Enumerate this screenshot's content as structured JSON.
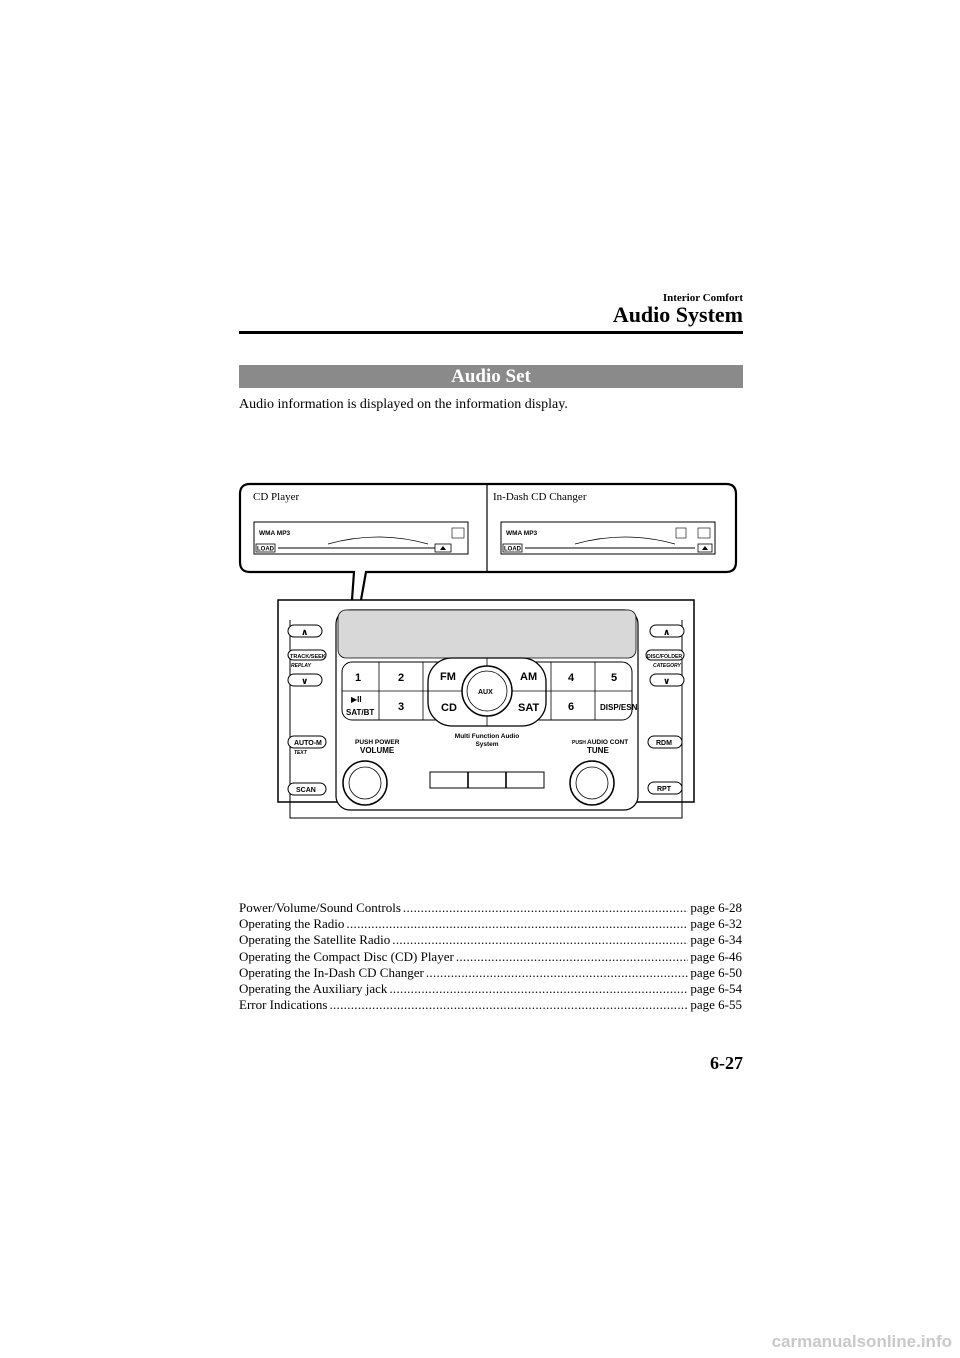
{
  "header": {
    "kicker": "Interior Comfort",
    "title": "Audio System"
  },
  "section": {
    "title": "Audio Set",
    "intro": "Audio information is displayed on the information display."
  },
  "figure": {
    "callout_left_label": "CD Player",
    "callout_right_label": "In-Dash CD Changer",
    "slot_badge": "WMA MP3",
    "slot_load": "LOAD",
    "buttons": {
      "up": "∧",
      "down": "∨",
      "track_seek": "TRACK/SEEK",
      "replay": "REPLAY",
      "auto_m": "AUTO-M",
      "text": "TEXT",
      "scan": "SCAN",
      "disc_folder": "DISC/FOLDER",
      "category": "CATEGORY",
      "rdm": "RDM",
      "rpt": "RPT",
      "preset1": "1",
      "preset2": "2",
      "preset3": "3",
      "preset4": "4",
      "preset5": "5",
      "preset6": "6",
      "fm": "FM",
      "am": "AM",
      "cd": "CD",
      "sat": "SAT",
      "aux": "AUX",
      "play_pause": "▶II",
      "sat_bt": "SAT/BT",
      "disp_esn": "DISP/ESN",
      "multi_line1": "Multi Function Audio",
      "multi_line2": "System",
      "push_power": "PUSH POWER",
      "volume": "VOLUME",
      "push": "PUSH",
      "audio_cont": "AUDIO CONT",
      "tune": "TUNE"
    }
  },
  "references": [
    {
      "label": "Power/Volume/Sound Controls",
      "page": "page 6-28"
    },
    {
      "label": "Operating the Radio",
      "page": "page 6-32"
    },
    {
      "label": "Operating the Satellite Radio",
      "page": "page 6-34"
    },
    {
      "label": "Operating the Compact Disc (CD) Player",
      "page": "page 6-46"
    },
    {
      "label": "Operating the In-Dash CD Changer",
      "page": "page 6-50"
    },
    {
      "label": "Operating the Auxiliary jack",
      "page": "page 6-54"
    },
    {
      "label": "Error Indications",
      "page": "page 6-55"
    }
  ],
  "page_number": "6-27",
  "watermark": "carmanualsonline.info"
}
